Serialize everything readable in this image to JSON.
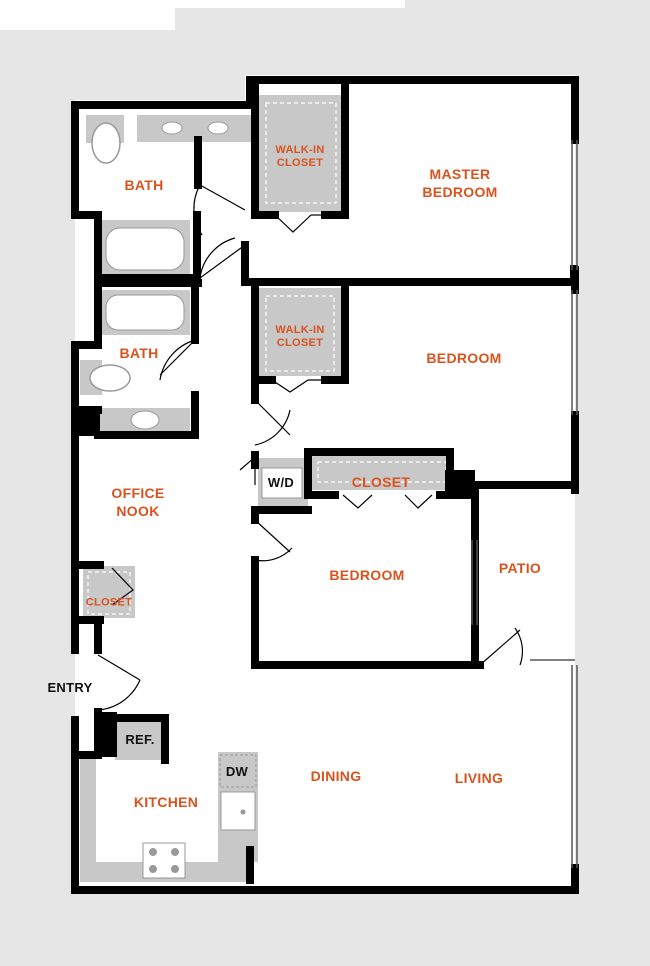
{
  "rooms": {
    "master_bedroom": "MASTER\nBEDROOM",
    "walkin_closet_1": "WALK-IN\nCLOSET",
    "bath_1": "BATH",
    "bedroom_2": "BEDROOM",
    "walkin_closet_2": "WALK-IN\nCLOSET",
    "bath_2": "BATH",
    "wd": "W/D",
    "closet_hall": "CLOSET",
    "office_nook": "OFFICE\nNOOK",
    "bedroom_3": "BEDROOM",
    "patio": "PATIO",
    "closet_entry": "CLOSET",
    "entry": "ENTRY",
    "ref": "REF.",
    "dw": "DW",
    "kitchen": "KITCHEN",
    "dining": "DINING",
    "living": "LIVING"
  },
  "colors": {
    "wall": "#000000",
    "floor": "#ffffff",
    "background": "#e6e6e6",
    "fixture": "#c8c8c8",
    "label": "#d9531e"
  }
}
